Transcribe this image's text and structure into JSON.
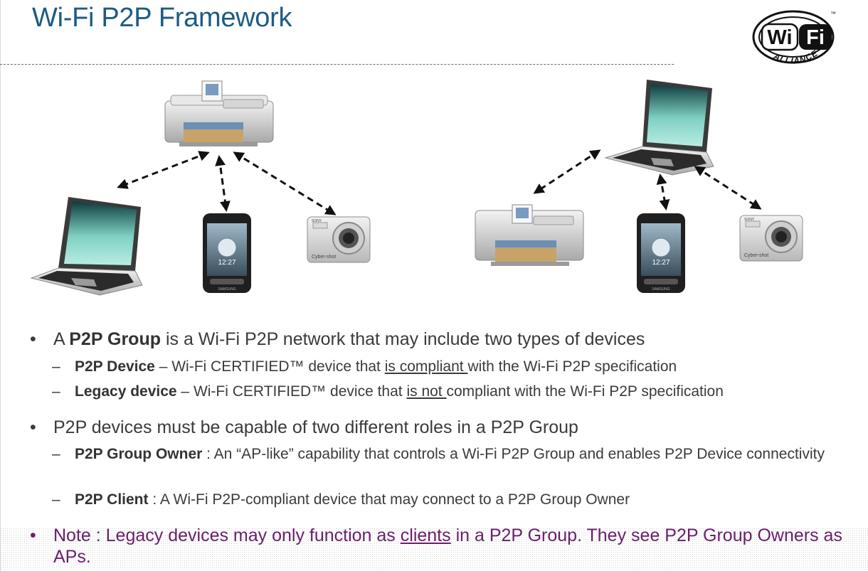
{
  "title": "Wi-Fi P2P Framework",
  "logo": {
    "text_wi": "Wi",
    "text_fi": "Fi",
    "tm": "™",
    "ring_text": "ALLIANCE"
  },
  "colors": {
    "title": "#1d5b84",
    "body": "#3b3b3b",
    "note": "#6a1f6a"
  },
  "diagram": {
    "left_group": {
      "center_device": "printer",
      "devices": [
        "laptop-icon",
        "phone-icon",
        "camera-icon"
      ]
    },
    "right_group": {
      "center_device": "laptop",
      "devices": [
        "printer-icon",
        "phone-icon",
        "camera-icon"
      ]
    },
    "phone_time": "12:27",
    "phone_brand": "SAMSUNG",
    "camera_brand": "SONY",
    "camera_model": "Cyber-shot"
  },
  "bullets": [
    {
      "parts": [
        "A ",
        "P2P Group",
        " is a Wi-Fi P2P network that may include two types of devices"
      ],
      "subs": [
        {
          "parts": [
            "P2P Device",
            " – Wi-Fi CERTIFIED™ device that ",
            "is compliant ",
            "with the Wi-Fi P2P specification"
          ]
        },
        {
          "parts": [
            "Legacy device",
            " – Wi-Fi CERTIFIED™ device that ",
            "is not ",
            "compliant with the Wi-Fi P2P specification"
          ]
        }
      ]
    },
    {
      "parts": [
        "P2P devices must be capable of two different roles in a P2P Group"
      ],
      "subs": [
        {
          "parts": [
            "P2P Group Owner",
            " : An “AP-like” capability that controls a Wi-Fi P2P Group and enables P2P Device connectivity"
          ]
        },
        {
          "parts": [
            "P2P Client",
            " : A Wi-Fi P2P-compliant device that may connect to a P2P Group Owner"
          ]
        }
      ]
    },
    {
      "parts": [
        "Note : Legacy devices may only function as ",
        "clients",
        " in a P2P Group. They see P2P Group Owners as APs."
      ]
    }
  ],
  "bullet_symbol": "•",
  "dash_symbol": "–"
}
